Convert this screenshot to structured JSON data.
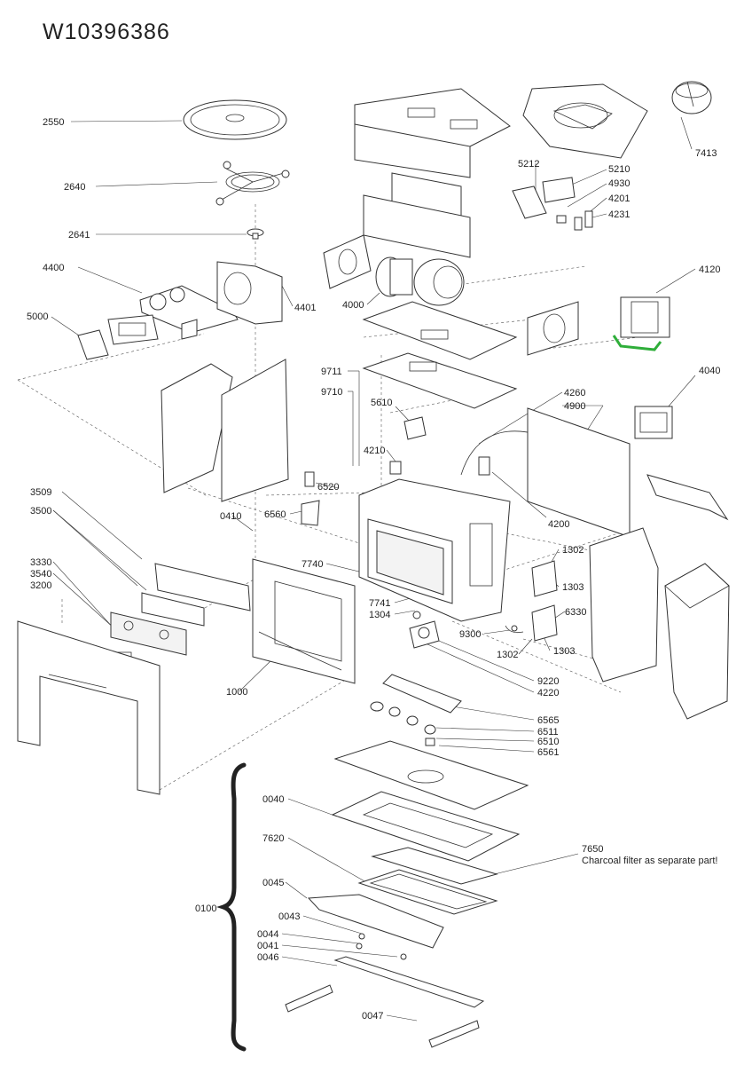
{
  "title": "W10396386",
  "labels": {
    "p2550": "2550",
    "p2640": "2640",
    "p2641": "2641",
    "p4400": "4400",
    "p4401": "4401",
    "p5000": "5000",
    "p5212": "5212",
    "p5210": "5210",
    "p4930": "4930",
    "p4201": "4201",
    "p4231": "4231",
    "p7413": "7413",
    "p4120": "4120",
    "p4000": "4000",
    "p9711": "9711",
    "p9710": "9710",
    "p5610": "5610",
    "p4260": "4260",
    "p4900": "4900",
    "p4040": "4040",
    "p4210": "4210",
    "p6520": "6520",
    "p3509": "3509",
    "p3500": "3500",
    "p0410": "0410",
    "p6560": "6560",
    "p4200": "4200",
    "p3330": "3330",
    "p3540": "3540",
    "p3200": "3200",
    "p7740": "7740",
    "p1302a": "1302",
    "p1303a": "1303",
    "p7741": "7741",
    "p1304": "1304",
    "p6330": "6330",
    "p9300": "9300",
    "p1302b": "1302",
    "p1303b": "1303",
    "p1000": "1000",
    "p9220": "9220",
    "p4220": "4220",
    "p6565": "6565",
    "p6511": "6511",
    "p6510": "6510",
    "p6561": "6561",
    "p0040": "0040",
    "p7620": "7620",
    "p7650": "7650",
    "p7650note": "Charcoal filter as separate part!",
    "p0045": "0045",
    "p0043": "0043",
    "p0100": "0100",
    "p0044": "0044",
    "p0041": "0041",
    "p0046": "0046",
    "p0047": "0047"
  }
}
